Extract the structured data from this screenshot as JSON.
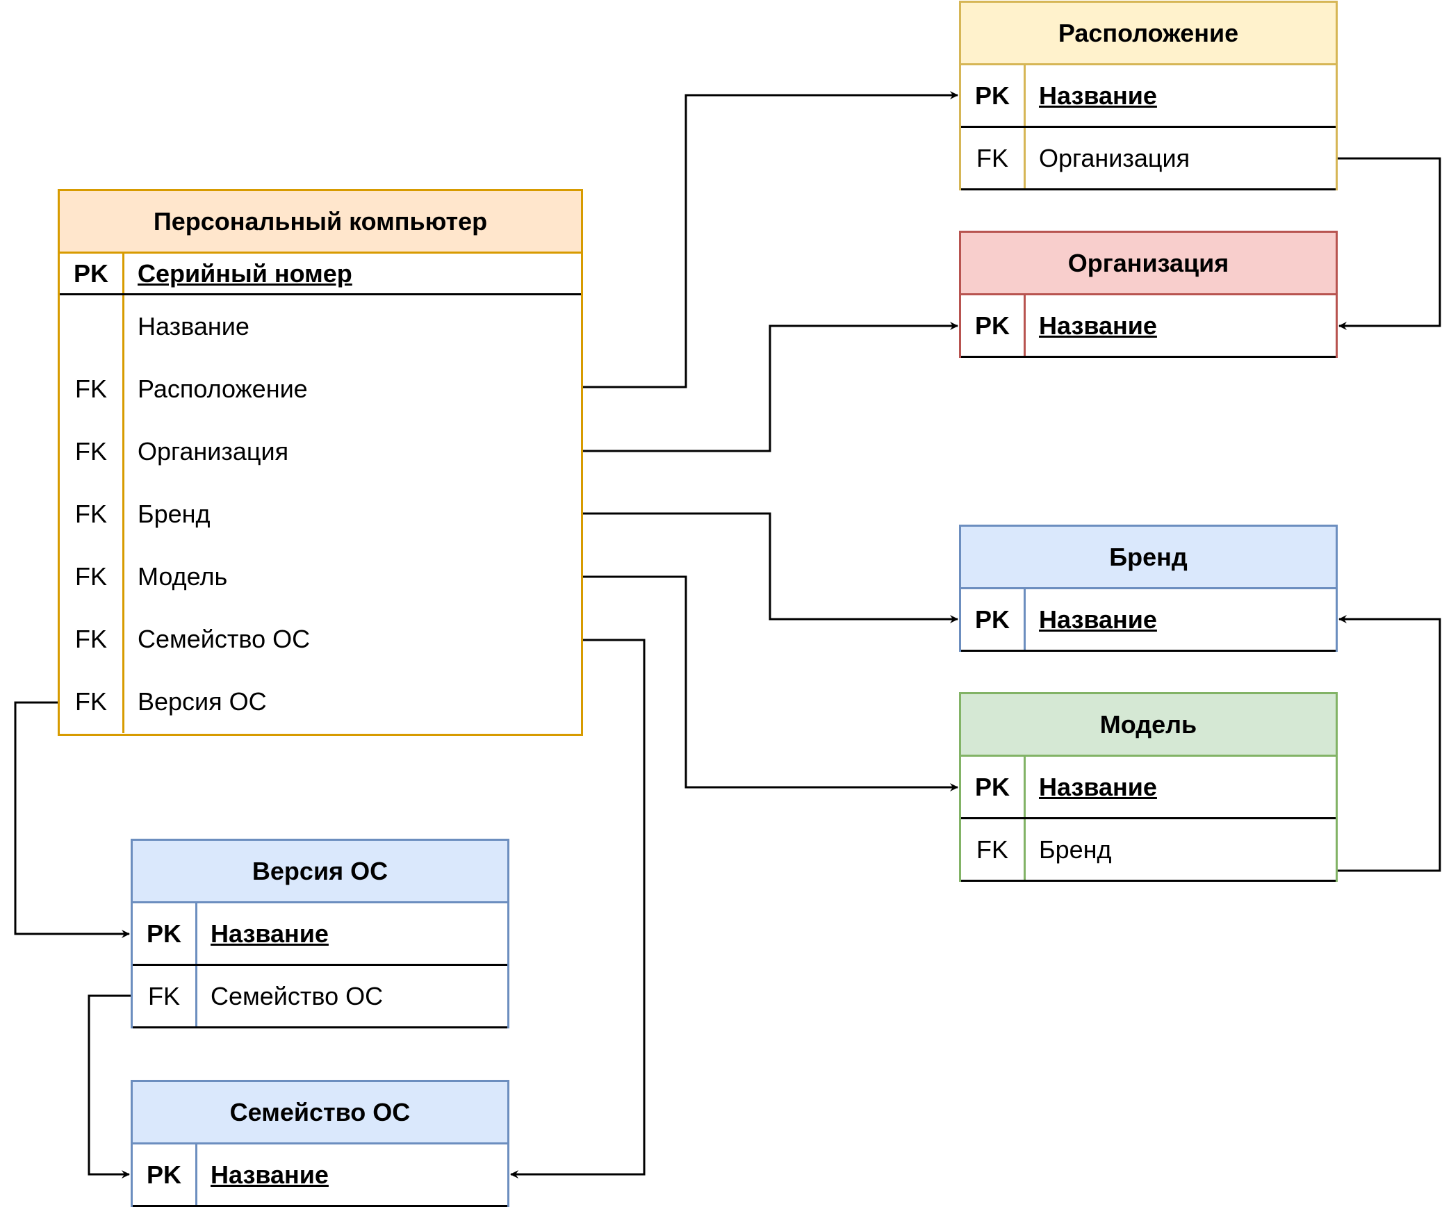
{
  "entities": {
    "pc": {
      "title": "Персональный компьютер",
      "pk": {
        "key": "PK",
        "name": "Серийный номер"
      },
      "fields": [
        {
          "key": "",
          "name": "Название"
        },
        {
          "key": "FK",
          "name": "Расположение"
        },
        {
          "key": "FK",
          "name": "Организация"
        },
        {
          "key": "FK",
          "name": "Бренд"
        },
        {
          "key": "FK",
          "name": "Модель"
        },
        {
          "key": "FK",
          "name": "Семейство ОС"
        },
        {
          "key": "FK",
          "name": "Версия ОС"
        }
      ]
    },
    "location": {
      "title": "Расположение",
      "pk": {
        "key": "PK",
        "name": "Название"
      },
      "fk": {
        "key": "FK",
        "name": "Организация"
      }
    },
    "organization": {
      "title": "Организация",
      "pk": {
        "key": "PK",
        "name": "Название"
      }
    },
    "brand": {
      "title": "Бренд",
      "pk": {
        "key": "PK",
        "name": "Название"
      }
    },
    "model": {
      "title": "Модель",
      "pk": {
        "key": "PK",
        "name": "Название"
      },
      "fk": {
        "key": "FK",
        "name": "Бренд"
      }
    },
    "os_version": {
      "title": "Версия ОС",
      "pk": {
        "key": "PK",
        "name": "Название"
      },
      "fk": {
        "key": "FK",
        "name": "Семейство ОС"
      }
    },
    "os_family": {
      "title": "Семейство ОС",
      "pk": {
        "key": "PK",
        "name": "Название"
      }
    }
  }
}
